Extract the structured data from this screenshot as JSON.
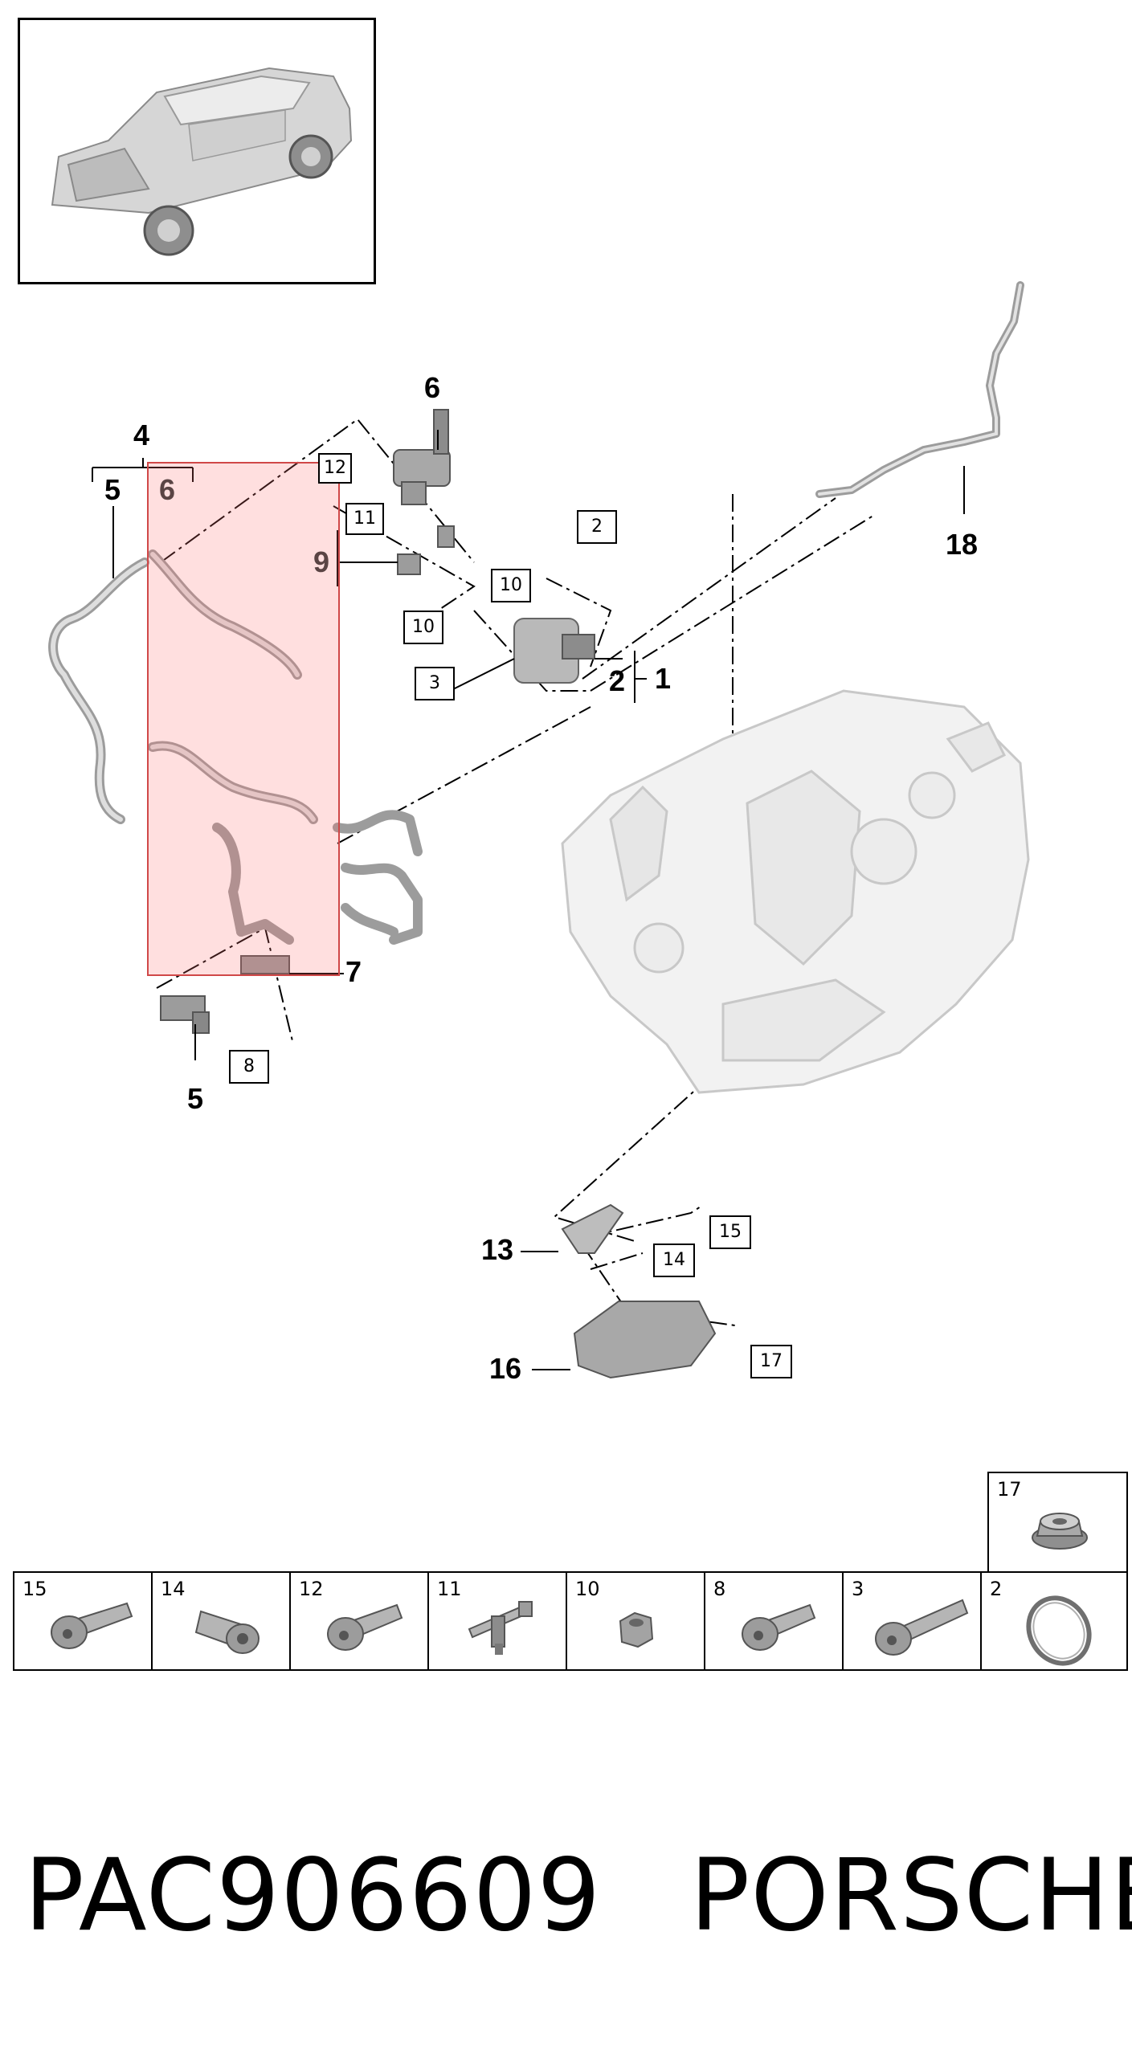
{
  "diagram": {
    "callouts": {
      "c1": "1",
      "c2": "2",
      "c4": "4",
      "c5a": "5",
      "c5b": "5",
      "c6a": "6",
      "c6b": "6",
      "c7": "7",
      "c9": "9",
      "c13": "13",
      "c16": "16",
      "c18": "18"
    },
    "boxed_refs": {
      "b12": "12",
      "b11": "11",
      "b10a": "10",
      "b10b": "10",
      "b2": "2",
      "b3": "3",
      "b8": "8",
      "b15": "15",
      "b14": "14",
      "b17": "17"
    }
  },
  "legend": {
    "cells": [
      {
        "num": "17",
        "icon": "flange-nut-icon"
      },
      {
        "num": "15",
        "icon": "torx-bolt-icon"
      },
      {
        "num": "14",
        "icon": "hollow-bolt-icon"
      },
      {
        "num": "12",
        "icon": "torx-bolt-icon"
      },
      {
        "num": "11",
        "icon": "stud-clip-icon"
      },
      {
        "num": "10",
        "icon": "hex-nut-icon"
      },
      {
        "num": "8",
        "icon": "torx-bolt-icon"
      },
      {
        "num": "3",
        "icon": "long-bolt-icon"
      },
      {
        "num": "2",
        "icon": "sealing-ring-icon"
      }
    ]
  },
  "footer": {
    "part_number": "PAC906609",
    "brand": "PORSCHE"
  },
  "colors": {
    "highlight_fill": "#ff6e6e",
    "highlight_border": "#d04848",
    "part_gray": "#c9c9c9"
  }
}
